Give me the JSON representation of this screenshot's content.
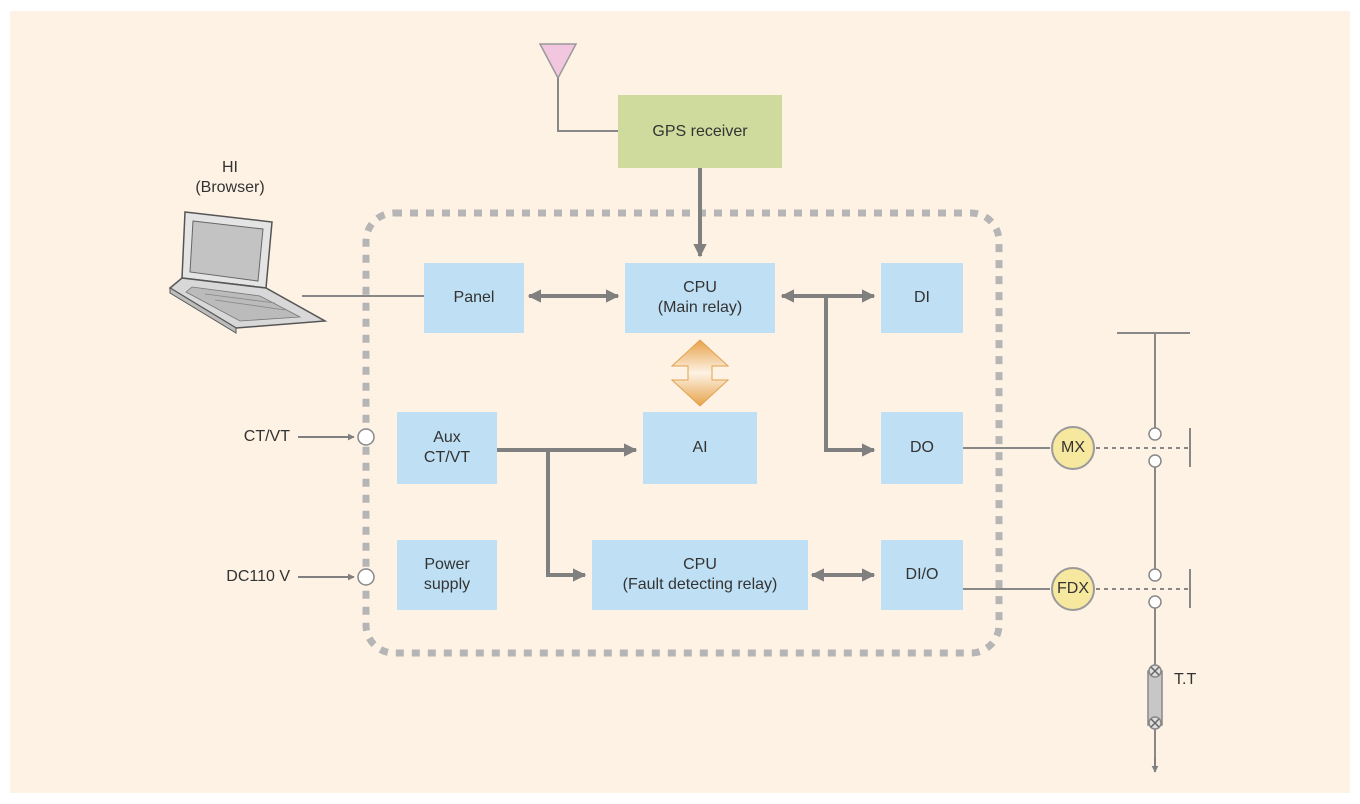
{
  "hi": {
    "line1": "HI",
    "line2": "(Browser)"
  },
  "gps": {
    "label": "GPS receiver"
  },
  "panel": {
    "label": "Panel"
  },
  "cpu_main": {
    "line1": "CPU",
    "line2": "(Main relay)"
  },
  "di": {
    "label": "DI"
  },
  "do": {
    "label": "DO"
  },
  "ai": {
    "label": "AI"
  },
  "aux": {
    "line1": "Aux",
    "line2": "CT/VT"
  },
  "power": {
    "line1": "Power",
    "line2": "supply"
  },
  "cpu_fault": {
    "line1": "CPU",
    "line2": "(Fault detecting relay)"
  },
  "dio": {
    "label": "DI/O"
  },
  "inputs": {
    "ctvt": "CT/VT",
    "dc": "DC110 V"
  },
  "mx": {
    "label": "MX"
  },
  "fdx": {
    "label": "FDX"
  },
  "tt": {
    "label": "T.T"
  },
  "colors": {
    "background": "#fdf2e4",
    "block": "#bfe0f4",
    "gps_block": "#cfdb9c",
    "breaker": "#f7e8a0",
    "line": "#888888",
    "bus_arrow": "#e8a850",
    "antenna": "#f3c6e0"
  }
}
